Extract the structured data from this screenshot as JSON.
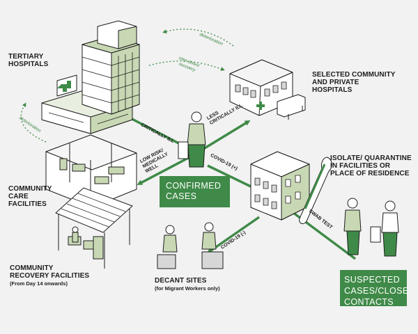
{
  "nodes": {
    "tertiary": "TERTIARY HOSPITALS",
    "selected": "SELECTED COMMUNITY AND PRIVATE HOSPITALS",
    "community_care": "COMMUNITY CARE FACILITIES",
    "recovery": "COMMUNITY RECOVERY FACILITIES",
    "recovery_sub": "(From Day 14 onwards)",
    "decant": "DECANT SITES",
    "decant_sub": "(for Migrant Workers only)",
    "isolate": "ISOLATE/ QUARANTINE IN FACILITIES OR PLACE OF RESIDENCE"
  },
  "tags": {
    "confirmed_line1": "CONFIRMED",
    "confirmed_line2": "CASES",
    "suspected_line1": "SUSPECTED",
    "suspected_line2": "CASES/CLOSE",
    "suspected_line3": "CONTACTS"
  },
  "arrows": {
    "critically_ill": "CRITICALLY ILL",
    "less_critically_line1": "LESS",
    "less_critically_line2": "CRITICALLY ILL",
    "low_risk_line1": "LOW RISK/",
    "low_risk_line2": "MEDICALLY",
    "low_risk_line3": "WELL",
    "covid_pos": "COVID-19 (+)",
    "covid_neg": "COVID-19 (-)",
    "swab": "SWAB TEST"
  },
  "dotted": {
    "deterioration_top": "deterioration",
    "stepdown_line1": "step-down/",
    "stepdown_line2": "recovery",
    "deterioration_left": "deterioration"
  },
  "colors": {
    "accent": "#3f8a48",
    "building_fill": "#c8d8b4",
    "line": "#1c1c1c",
    "background": "#f2f2f2"
  }
}
